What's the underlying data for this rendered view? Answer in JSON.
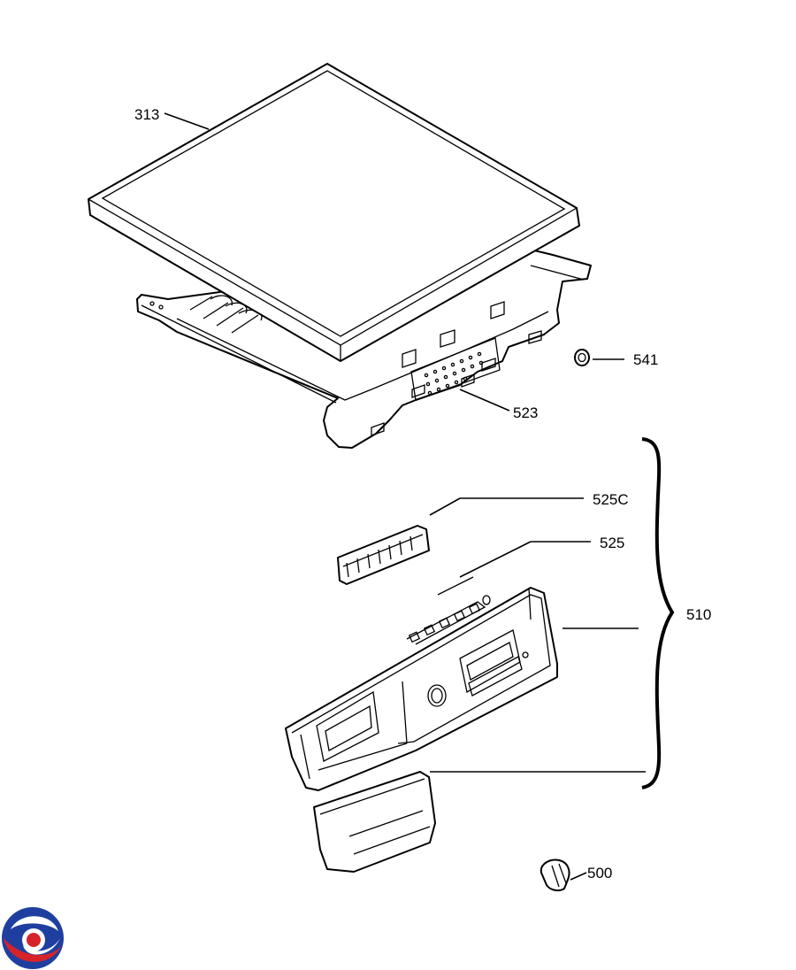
{
  "diagram": {
    "labels": {
      "part_313": "313",
      "part_541": "541",
      "part_523": "523",
      "part_525c": "525C",
      "part_525": "525",
      "part_510": "510",
      "part_500": "500"
    },
    "logo": {
      "colors": [
        "#1f3fa0",
        "#d6232a",
        "#ffffff"
      ]
    }
  }
}
